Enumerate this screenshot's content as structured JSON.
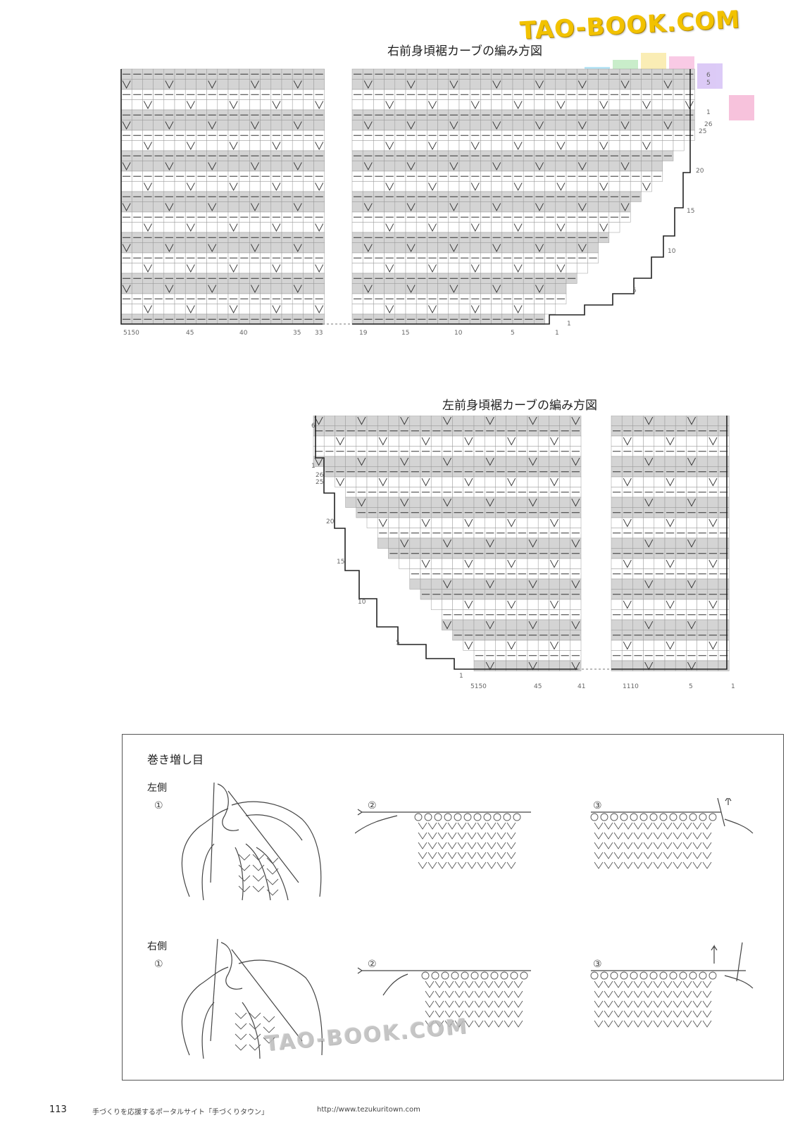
{
  "watermark": {
    "top_text": "TAO-BOOK.COM",
    "bottom_text": "TAO-BOOK.COM"
  },
  "chart1": {
    "title": "右前身頃裾カーブの編み方図",
    "row_labels": [
      "6",
      "5",
      "1",
      "26",
      "25",
      "20",
      "15",
      "10",
      "5",
      "1"
    ],
    "col_labels_left": [
      "5150",
      "45",
      "40",
      "35",
      "33"
    ],
    "col_labels_right": [
      "19",
      "15",
      "10",
      "5",
      "1"
    ]
  },
  "chart2": {
    "title": "左前身頃裾カーブの編み方図",
    "row_labels": [
      "6",
      "1",
      "26",
      "25",
      "20",
      "15",
      "10",
      "5",
      "1"
    ],
    "col_labels_left": [
      "5150",
      "45",
      "41"
    ],
    "col_labels_right": [
      "1110",
      "5",
      "1"
    ]
  },
  "diagram": {
    "title": "巻き増し目",
    "left_label": "左側",
    "right_label": "右側",
    "steps": [
      "①",
      "②",
      "③"
    ]
  },
  "footer": {
    "page": "113",
    "text": "手づくりを応援するポータルサイト「手づくりタウン」",
    "url": "http://www.tezukuritown.com"
  }
}
